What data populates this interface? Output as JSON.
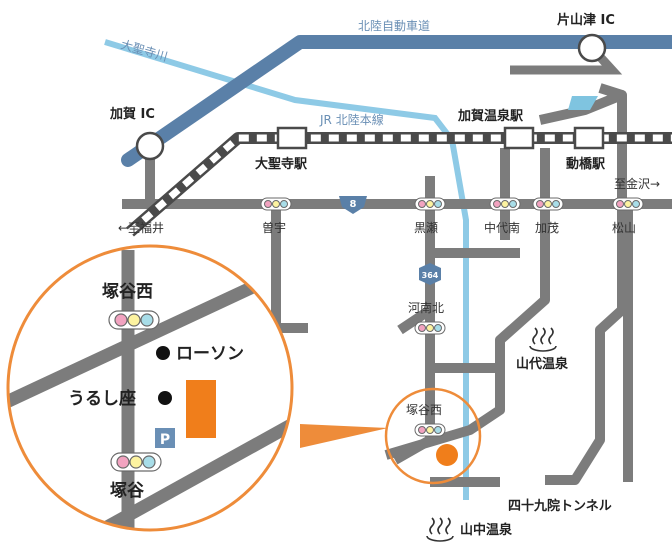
{
  "labels": {
    "hokuriku_expressway": "北陸自動車道",
    "katayamazu_ic": "片山津 IC",
    "daishoji_river": "大聖寺川",
    "kaga_ic": "加賀 IC",
    "jr_hokuriku_line": "JR 北陸本線",
    "kaga_onsen_station": "加賀温泉駅",
    "daishoji_station": "大聖寺駅",
    "dobashi_station": "動橋駅",
    "to_kanazawa": "至金沢→",
    "to_fukui": "←至福井",
    "sou": "曽宇",
    "kurose": "黒瀬",
    "nakadainan": "中代南",
    "kamo": "加茂",
    "matsuyama": "松山",
    "kawaminami_kita": "河南北",
    "yamashiro_onsen": "山代温泉",
    "tsukaya_nishi": "塚谷西",
    "shijukuin_tunnel": "四十九院トンネル",
    "yamanaka_onsen": "山中温泉",
    "route8": "8",
    "route364": "364"
  },
  "inset": {
    "tsukaya_nishi": "塚谷西",
    "lawson": "ローソン",
    "urushiza": "うるし座",
    "parking": "P",
    "tsukaya": "塚谷"
  },
  "colors": {
    "road": "#7c7c7c",
    "expressway": "#5a80a8",
    "river": "#8ecae6",
    "rail_dark": "#4a4a4a",
    "inset_border": "#ee8c3a",
    "destination": "#f07e1b",
    "signal_red": "#f2a3c0",
    "signal_yellow": "#fdf3a0",
    "signal_blue": "#a8dde8"
  }
}
